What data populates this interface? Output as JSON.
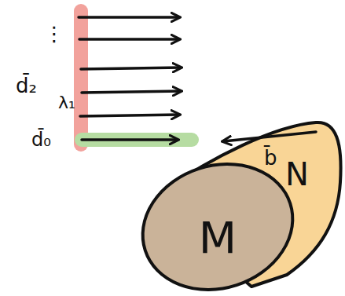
{
  "diagram": {
    "nodes": [
      {
        "text": [
          "N"
        ]
      },
      {
        "text": [
          "M"
        ],
        "in": 0
      }
    ],
    "labels": [
      "⋮",
      "d̄₂",
      "λ₁",
      "d̄₀",
      "b̄"
    ]
  }
}
